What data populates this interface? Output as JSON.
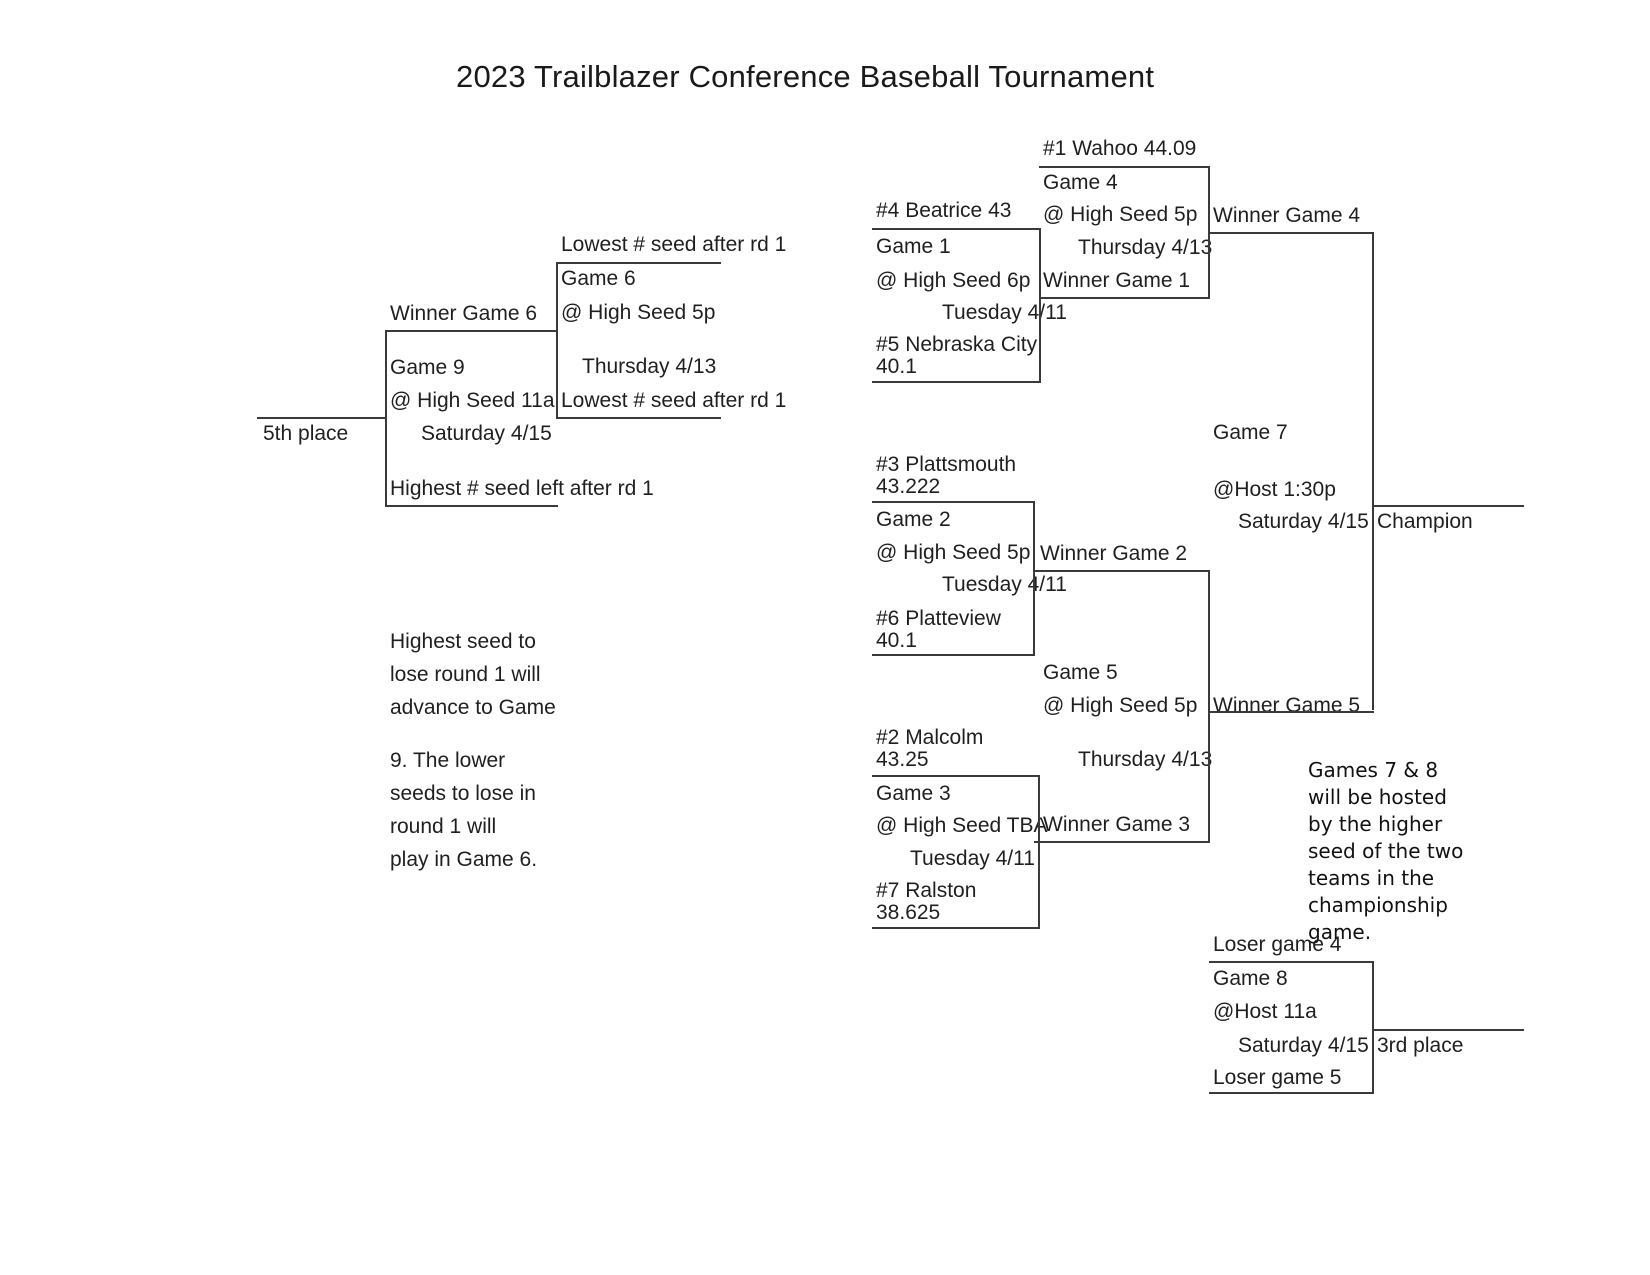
{
  "title": "2023 Trailblazer Conference Baseball Tournament",
  "teams": {
    "seed1": "#1 Wahoo 44.09",
    "seed4": "#4 Beatrice 43",
    "seed5_name": "#5 Nebraska City",
    "seed5_score": "40.1",
    "seed3_name": "#3 Plattsmouth",
    "seed3_score": "43.222",
    "seed6_name": "#6 Platteview",
    "seed6_score": "40.1",
    "seed2_name": "#2 Malcolm",
    "seed2_score": "43.25",
    "seed7_name": "#7 Ralston",
    "seed7_score": "38.625"
  },
  "games": {
    "game1": {
      "label": "Game 1",
      "site": "@ High Seed 6p",
      "date": "Tuesday 4/11"
    },
    "game2": {
      "label": "Game 2",
      "site": "@ High Seed 5p",
      "date": "Tuesday 4/11"
    },
    "game3": {
      "label": "Game 3",
      "site": "@ High Seed TBA",
      "date": "Tuesday 4/11"
    },
    "game4": {
      "label": "Game 4",
      "site": "@ High Seed 5p",
      "date": "Thursday 4/13",
      "opponent": "Winner Game 1"
    },
    "game5": {
      "label": "Game 5",
      "site": "@ High Seed 5p",
      "date": "Thursday 4/13",
      "opponent": "Winner Game 3"
    },
    "game6": {
      "label": "Game 6",
      "site": "@ High Seed 5p",
      "date": "Thursday 4/13",
      "top_entrant": "Lowest # seed after rd 1",
      "bottom_entrant": "Lowest # seed after rd 1"
    },
    "game7": {
      "label": "Game 7",
      "site": "@Host 1:30p",
      "date": "Saturday 4/15"
    },
    "game8": {
      "label": "Game 8",
      "site": "@Host 11a",
      "date": "Saturday 4/15",
      "top_entrant": "Loser game 4",
      "bottom_entrant": "Loser game 5"
    },
    "game9": {
      "label": "Game 9",
      "site": "@ High Seed 11a",
      "date": "Saturday 4/15",
      "top_entrant": "Winner Game 6",
      "bottom_entrant": "Highest # seed left after rd 1"
    }
  },
  "advancers": {
    "winner_game2": "Winner Game 2",
    "winner_game4": "Winner Game 4",
    "winner_game5": "Winner Game 5"
  },
  "outcomes": {
    "champion": "Champion",
    "third_place": "3rd place",
    "fifth_place": "5th place"
  },
  "notes": {
    "host_note": "Games 7 & 8 will be hosted by the higher seed of the two teams in the championship game.",
    "consolation_lines": [
      "Highest seed to",
      "lose round 1 will",
      "advance to Game",
      "9. The lower",
      "seeds to lose in",
      "round 1 will",
      "play in Game 6."
    ]
  }
}
